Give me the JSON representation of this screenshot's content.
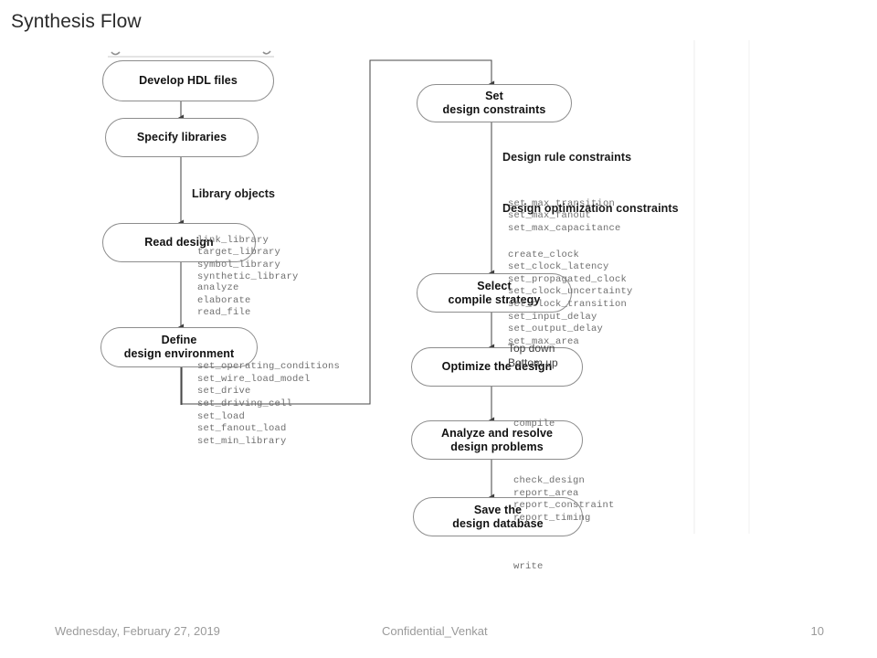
{
  "slide": {
    "title": "Synthesis Flow"
  },
  "footer": {
    "date": "Wednesday, February 27, 2019",
    "center": "Confidential_Venkat",
    "page": "10"
  },
  "diagram": {
    "left_column": {
      "nodes": [
        {
          "id": "develop-hdl",
          "lines": [
            "Develop HDL files"
          ]
        },
        {
          "id": "specify-libraries",
          "lines": [
            "Specify libraries"
          ]
        },
        {
          "id": "read-design",
          "lines": [
            "Read design"
          ]
        },
        {
          "id": "define-environment",
          "lines": [
            "Define",
            "design environment"
          ]
        }
      ],
      "annotations": [
        {
          "id": "library-objects",
          "heading": "Library objects",
          "commands": [
            "link_library",
            "target_library",
            "symbol_library",
            "synthetic_library"
          ]
        },
        {
          "id": "read-design-commands",
          "heading": "",
          "commands": [
            "analyze",
            "elaborate",
            "read_file"
          ]
        },
        {
          "id": "define-environment-commands",
          "heading": "",
          "commands": [
            "set_operating_conditions",
            "set_wire_load_model",
            "set_drive",
            "set_driving_cell",
            "set_load",
            "set_fanout_load",
            "set_min_library"
          ]
        }
      ]
    },
    "right_column": {
      "nodes": [
        {
          "id": "set-design-constraints",
          "lines": [
            "Set",
            "design constraints"
          ]
        },
        {
          "id": "select-compile-strategy",
          "lines": [
            "Select",
            "compile strategy"
          ]
        },
        {
          "id": "optimize-the-design",
          "lines": [
            "Optimize the design"
          ]
        },
        {
          "id": "analyze-resolve",
          "lines": [
            "Analyze and resolve",
            "design problems"
          ]
        },
        {
          "id": "save-design-database",
          "lines": [
            "Save the",
            "design database"
          ]
        }
      ],
      "annotations": [
        {
          "id": "design-rule-constraints",
          "heading": "Design rule constraints",
          "commands": [
            "set_max_transition",
            "set_max_fanout",
            "set_max_capacitance"
          ]
        },
        {
          "id": "design-optimization-constraints",
          "heading": "Design optimization constraints",
          "commands": [
            "create_clock",
            "set_clock_latency",
            "set_propagated_clock",
            "set_clock_uncertainty",
            "set_clock_transition",
            "set_input_delay",
            "set_output_delay",
            "set_max_area"
          ]
        },
        {
          "id": "compile-strategy-options",
          "heading": "",
          "plain": [
            "Top down",
            "Bottom up"
          ]
        },
        {
          "id": "optimize-command",
          "heading": "",
          "commands": [
            "compile"
          ]
        },
        {
          "id": "analyze-commands",
          "heading": "",
          "commands": [
            "check_design",
            "report_area",
            "report_constraint",
            "report_timing"
          ]
        },
        {
          "id": "save-command",
          "heading": "",
          "commands": [
            "write"
          ]
        }
      ]
    },
    "colors": {
      "node_border": "#8d8d8d",
      "connector": "#4a4a4a",
      "command_text": "#6f6f6f",
      "heading_text": "#1a1a1a",
      "title_text": "#2b2b2b",
      "footer_text": "#9a9a9a"
    }
  }
}
